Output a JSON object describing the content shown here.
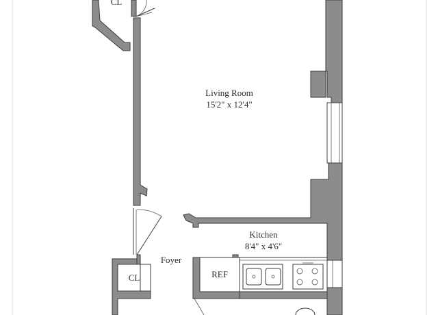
{
  "rooms": {
    "living_room": {
      "name": "Living Room",
      "dims": "15'2\" x 12'4\""
    },
    "kitchen": {
      "name": "Kitchen",
      "dims": "8'4\" x 4'6\""
    },
    "foyer": {
      "name": "Foyer"
    }
  },
  "fixtures": {
    "closet_top": "CL",
    "closet_bottom": "CL",
    "refrigerator": "REF"
  },
  "colors": {
    "wall_fill": "#8c8c8c",
    "wall_outline": "#3a3a3a",
    "frame": "#dddddd",
    "background": "#ffffff"
  }
}
